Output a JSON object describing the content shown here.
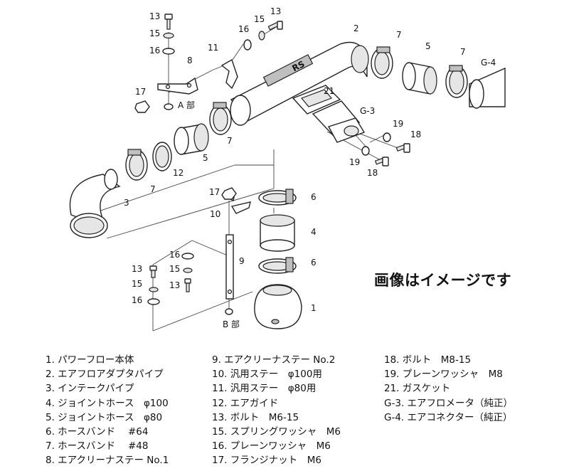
{
  "note": "画像はイメージです",
  "callouts": {
    "c1": "1",
    "c2": "2",
    "c3": "3",
    "c4a": "4",
    "c5a": "5",
    "c5b": "5",
    "c6a": "6",
    "c6b": "6",
    "c7a": "7",
    "c7b": "7",
    "c7c": "7",
    "c7d": "7",
    "c8": "8",
    "c9": "9",
    "c10": "10",
    "c11": "11",
    "c12": "12",
    "c13a": "13",
    "c13b": "13",
    "c13c": "13",
    "c13d": "13",
    "c15a": "15",
    "c15b": "15",
    "c15c": "15",
    "c15d": "15",
    "c16a": "16",
    "c16b": "16",
    "c16c": "16",
    "c16d": "16",
    "c17a": "17",
    "c17b": "17",
    "c18a": "18",
    "c18b": "18",
    "c19a": "19",
    "c19b": "19",
    "c21": "21",
    "cg3": "G-3",
    "cg4": "G-4",
    "partA": "A 部",
    "partB": "B 部",
    "logo": "RS"
  },
  "legend": {
    "col1": [
      "1. パワーフロー本体",
      "2. エアフロアダプタパイプ",
      "3. インテークパイプ",
      "4. ジョイントホース　φ100",
      "5. ジョイントホース　φ80",
      "6. ホースバンド　 #64",
      "7. ホースバンド　 #48",
      "8. エアクリーナステー No.1"
    ],
    "col2": [
      "9. エアクリーナステー No.2",
      "10. 汎用ステー　φ100用",
      "11. 汎用ステー　φ80用",
      "12. エアガイド",
      "13. ボルト　M6-15",
      "15. スプリングワッシャ　M6",
      "16. プレーンワッシャ　M6",
      "17. フランジナット　M6"
    ],
    "col3": [
      "18. ボルト　M8-15",
      "19. プレーンワッシャ　M8",
      "21. ガスケット",
      "G-3. エアフロメータ（純正）",
      "G-4. エアコネクター（純正）"
    ]
  }
}
